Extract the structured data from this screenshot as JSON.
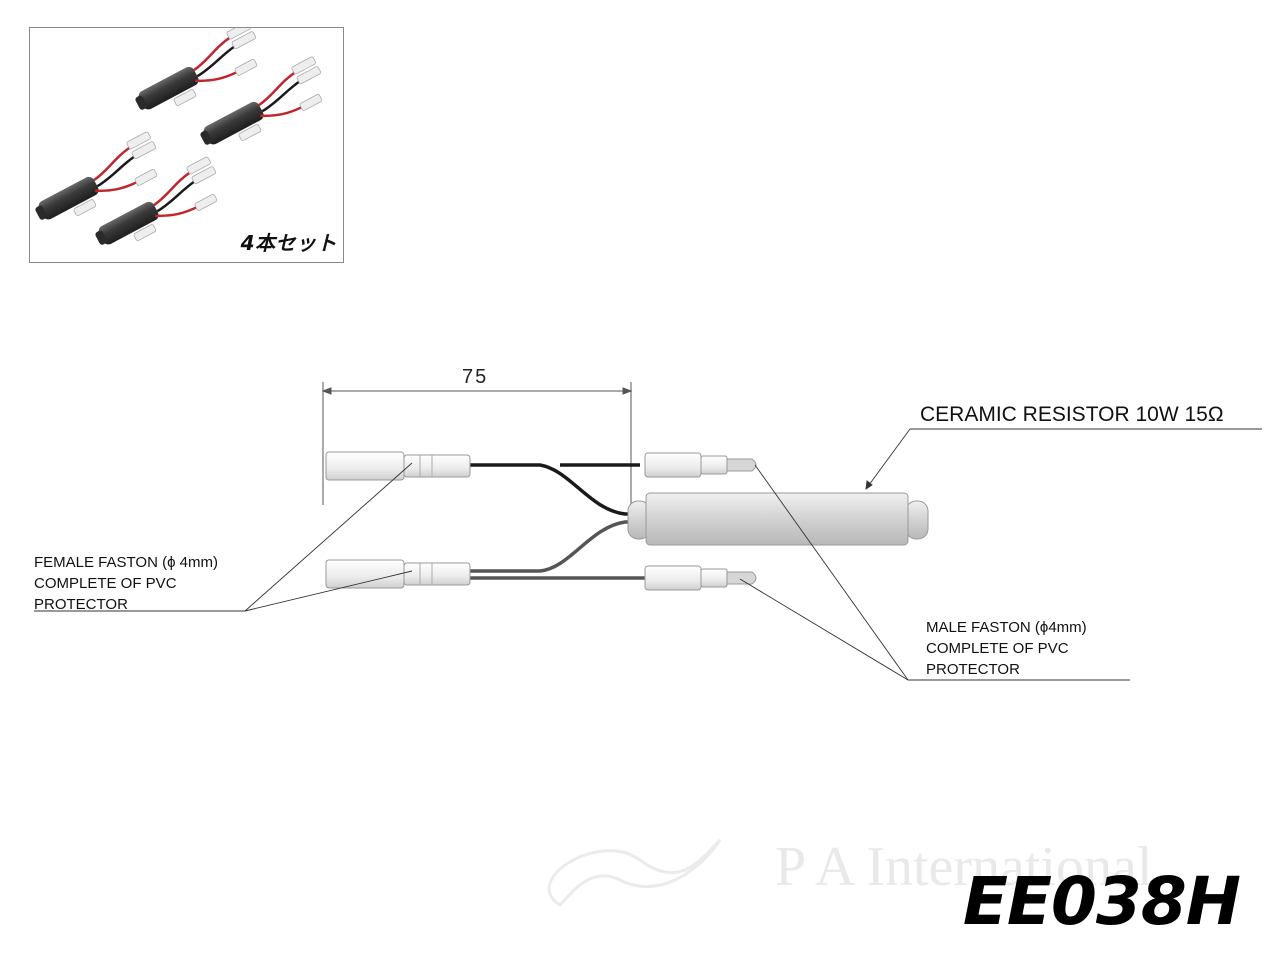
{
  "inset": {
    "caption": "4本セット",
    "unit_count": 4,
    "colors": {
      "body": "#3a3a3a",
      "wire_red": "#c0272d",
      "wire_black": "#1a1a1a",
      "connector": "#e8e8e8"
    }
  },
  "drawing": {
    "dimension_label": "75",
    "callouts": {
      "resistor": "CERAMIC RESISTOR 10W 15Ω",
      "female": "FEMALE FASTON (ϕ 4mm) COMPLETE OF PVC PROTECTOR",
      "male": "MALE FASTON (ϕ4mm) COMPLETE OF PVC PROTECTOR"
    },
    "colors": {
      "resistor_fill": "#d8d8d8",
      "wire_black": "#1a1a1a",
      "wire_grey": "#555555",
      "leader": "#333333"
    }
  },
  "watermark": {
    "text": "P A International",
    "color": "#e9e9e9"
  },
  "product_code": "EE038H"
}
